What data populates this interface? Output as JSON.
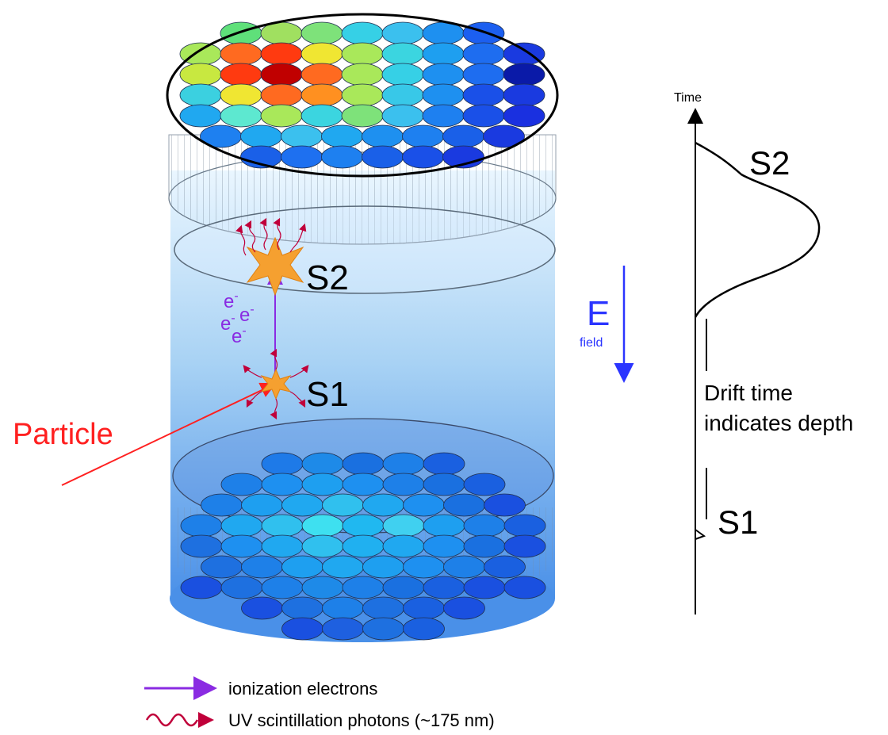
{
  "labels": {
    "s2_detector": "S2",
    "s1_detector": "S1",
    "particle": "Particle",
    "electron": "e",
    "electron_sup": "-",
    "efield_main": "E",
    "efield_sub": "field",
    "time_axis": "Time",
    "s2_signal": "S2",
    "s1_signal": "S1",
    "drift_line1": "Drift time",
    "drift_line2": "indicates depth"
  },
  "legend": {
    "ionization": "ionization electrons",
    "uv": "UV scintillation photons (~175 nm)"
  },
  "colors": {
    "particle": "#ff2020",
    "electrons": "#8a2be2",
    "efield": "#2b35ff",
    "photons": "#c0003a",
    "star": "#f5a030",
    "pmt_hot": "#c00000",
    "pmt_cold": "#0a1aa8"
  },
  "pmt_arrays": {
    "top": {
      "rows": [
        [
          "#5fe07a",
          "#a0e060",
          "#7ee27a",
          "#36d0e6",
          "#3bc0ee",
          "#1e90f0",
          "#1c5ff0"
        ],
        [
          "#a9e85a",
          "#ff6a20",
          "#ff3a10",
          "#f0e632",
          "#a9e85a",
          "#3bd5e0",
          "#1e9ff0",
          "#1e6df0",
          "#1a3ae0"
        ],
        [
          "#c8e840",
          "#ff3a10",
          "#c00000",
          "#ff6a20",
          "#a9e85a",
          "#36d0e6",
          "#1e90f0",
          "#1e6df0",
          "#0a1aa8"
        ],
        [
          "#3bd0e0",
          "#f0e632",
          "#ff6a20",
          "#ff9020",
          "#a9e85a",
          "#38c8e8",
          "#1e90f0",
          "#1a50e8",
          "#1a3ae0"
        ],
        [
          "#20a8f0",
          "#5de8d0",
          "#a9e85a",
          "#3bd5e0",
          "#7ee27a",
          "#3bc0ee",
          "#1e80f0",
          "#1a50e8",
          "#1a30e0"
        ],
        [
          "#1e80f0",
          "#20a8f0",
          "#3bc0ee",
          "#20a8f0",
          "#1e90f0",
          "#1e80f0",
          "#1a60e8",
          "#1a3ae0"
        ],
        [
          "#1a60e8",
          "#1e70f0",
          "#1e80f0",
          "#1a60e8",
          "#1a50e8",
          "#1a3ae0"
        ]
      ]
    },
    "bottom": {
      "rows": [
        [
          "#1e7ae8",
          "#1e8ae8",
          "#1a70e0",
          "#1e80e8",
          "#1a60e0"
        ],
        [
          "#1e80e8",
          "#1e90f0",
          "#1e9ff0",
          "#1e90f0",
          "#1e80e8",
          "#1a70e0",
          "#1a60e0"
        ],
        [
          "#1e80e8",
          "#1e9ff0",
          "#20a8f0",
          "#30c0ee",
          "#20a8f0",
          "#1e90f0",
          "#1a70e0",
          "#1a50e0"
        ],
        [
          "#1e80e8",
          "#20a8f0",
          "#30c0ee",
          "#3ee0f0",
          "#20b8f0",
          "#40d0f0",
          "#1e9ff0",
          "#1e80e8",
          "#1a60e0"
        ],
        [
          "#1e70e0",
          "#1e90f0",
          "#20a8f0",
          "#30c0ee",
          "#20b0f0",
          "#20a8f0",
          "#1e90f0",
          "#1a70e0",
          "#1a50e0"
        ],
        [
          "#1e70e0",
          "#1e80e8",
          "#1e9ff0",
          "#20a8f0",
          "#1e9ff0",
          "#1e90f0",
          "#1e80e8",
          "#1a60e0"
        ],
        [
          "#1a50e0",
          "#1e70e0",
          "#1e80e8",
          "#1e8ae8",
          "#1e80e8",
          "#1a70e0",
          "#1a60e0",
          "#1a50e0",
          "#1a50e0"
        ],
        [
          "#1a50e0",
          "#1e70e0",
          "#1e80e8",
          "#1e70e0",
          "#1a60e0",
          "#1a50e0"
        ],
        [
          "#1a50e0",
          "#1e60e0",
          "#1e70e0",
          "#1a60e0"
        ]
      ]
    }
  }
}
